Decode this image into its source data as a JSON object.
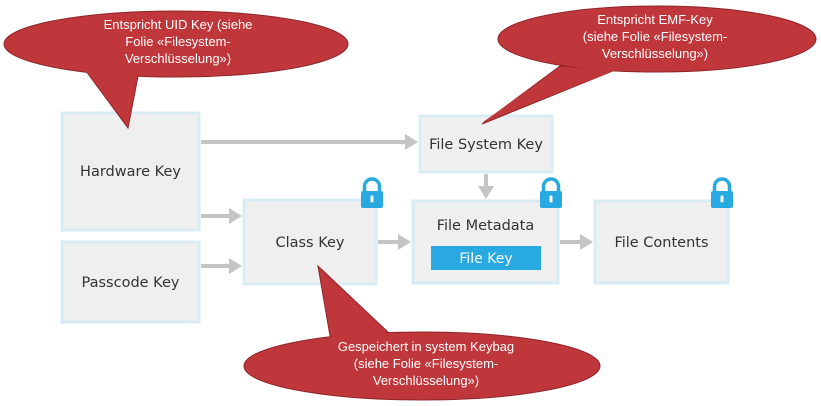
{
  "boxes": {
    "hardware_key": "Hardware Key",
    "passcode_key": "Passcode Key",
    "class_key": "Class Key",
    "file_system_key": "File System Key",
    "file_metadata": "File Metadata",
    "file_key": "File Key",
    "file_contents": "File Contents"
  },
  "callouts": {
    "uid": [
      "Entspricht UID Key (siehe",
      "Folie «Filesystem-",
      "Verschlüsselung»)"
    ],
    "emf": [
      "Entspricht EMF-Key",
      "(siehe Folie «Filesystem-",
      "Verschlüsselung»)"
    ],
    "keybag": [
      "Gespeichert in system Keybag",
      "(siehe Folie «Filesystem-",
      "Verschlüsselung»)"
    ]
  },
  "colors": {
    "box_fill": "#efefef",
    "box_border": "#d8ecf4",
    "arrow": "#c4c4c4",
    "accent": "#29a9e1",
    "callout_fill": "#c0373b",
    "callout_stroke": "#8e2428"
  },
  "icons": {
    "lock": "lock-icon"
  }
}
